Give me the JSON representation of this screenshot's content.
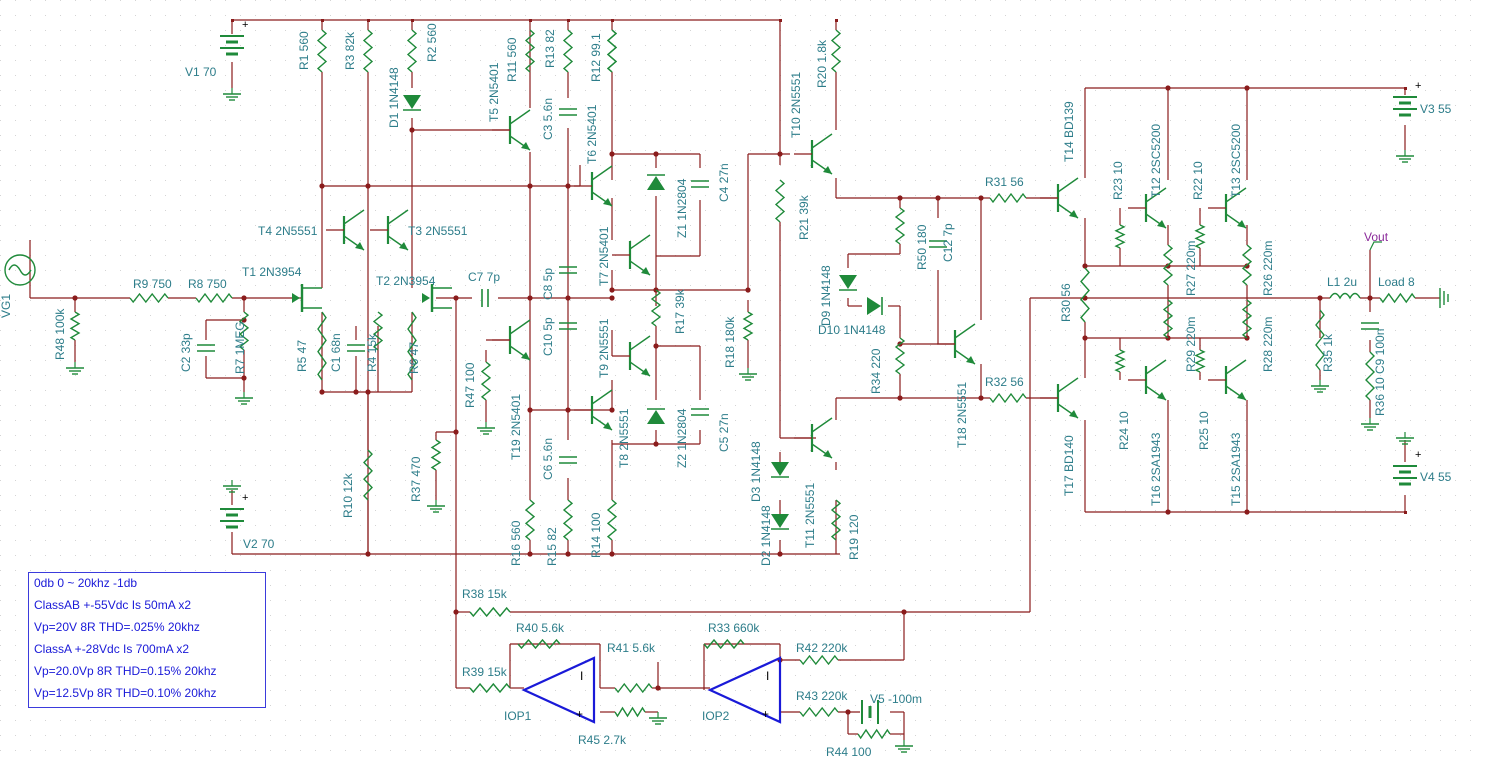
{
  "app": {
    "title": "Schematic editor"
  },
  "colors": {
    "wire": "#8a1c1c",
    "label": "#2d7d8a",
    "component": "#1f8a3a",
    "net_label": "#8b2a9a",
    "note_text": "#1a1ad8",
    "note_border": "#3b3bdc",
    "grid": "#d4d4d4"
  },
  "notes": [
    "0db 0 ~ 20khz -1db",
    "ClassAB +-55Vdc Is 50mA x2",
    "Vp=20V 8R  THD=.025% 20khz",
    "ClassA +-28Vdc Is 700mA x2",
    "Vp=20.0Vp 8R THD=0.15% 20khz",
    "Vp=12.5Vp 8R THD=0.10% 20khz"
  ],
  "labels": [
    {
      "id": "V1",
      "text": "V1 70",
      "rot": 0
    },
    {
      "id": "V2",
      "text": "V2 70",
      "rot": 0
    },
    {
      "id": "V3",
      "text": "V3 55",
      "rot": 0
    },
    {
      "id": "V4",
      "text": "V4 55",
      "rot": 0
    },
    {
      "id": "V5",
      "text": "V5 -100m",
      "rot": 0
    },
    {
      "id": "VG1",
      "text": "VG1",
      "rot": -90
    },
    {
      "id": "R1",
      "text": "R1 560",
      "rot": -90
    },
    {
      "id": "R3",
      "text": "R3 82k",
      "rot": -90
    },
    {
      "id": "D1",
      "text": "D1 1N4148",
      "rot": -90
    },
    {
      "id": "R2",
      "text": "R2 560",
      "rot": -90
    },
    {
      "id": "R11",
      "text": "R11 560",
      "rot": -90
    },
    {
      "id": "R13",
      "text": "R13 82",
      "rot": -90
    },
    {
      "id": "R12",
      "text": "R12 99.1",
      "rot": -90
    },
    {
      "id": "T5",
      "text": "T5 2N5401",
      "rot": -90
    },
    {
      "id": "C3",
      "text": "C3 5.6n",
      "rot": -90
    },
    {
      "id": "T6",
      "text": "T6 2N5401",
      "rot": -90
    },
    {
      "id": "Z1",
      "text": "Z1 1N2804",
      "rot": -90
    },
    {
      "id": "C4",
      "text": "C4 27n",
      "rot": -90
    },
    {
      "id": "T10",
      "text": "T10 2N5551",
      "rot": -90
    },
    {
      "id": "R20",
      "text": "R20 1.8k",
      "rot": -90
    },
    {
      "id": "R21",
      "text": "R21 39k",
      "rot": -90
    },
    {
      "id": "T4",
      "text": "T4 2N5551",
      "rot": 0
    },
    {
      "id": "T3",
      "text": "T3 2N5551",
      "rot": 0
    },
    {
      "id": "T1",
      "text": "T1 2N3954",
      "rot": 0
    },
    {
      "id": "T2",
      "text": "T2 2N3954",
      "rot": 0
    },
    {
      "id": "R9",
      "text": "R9 750",
      "rot": 0
    },
    {
      "id": "R8",
      "text": "R8 750",
      "rot": 0
    },
    {
      "id": "C7",
      "text": "C7 7p",
      "rot": 0
    },
    {
      "id": "R48",
      "text": "R48 100k",
      "rot": -90
    },
    {
      "id": "C2",
      "text": "C2 33p",
      "rot": -90
    },
    {
      "id": "R7",
      "text": "R7 1MEG",
      "rot": -90
    },
    {
      "id": "R5",
      "text": "R5 47",
      "rot": -90
    },
    {
      "id": "C1",
      "text": "C1 68n",
      "rot": -90
    },
    {
      "id": "R4",
      "text": "R4 15k",
      "rot": -90
    },
    {
      "id": "R6",
      "text": "R6 47",
      "rot": -90
    },
    {
      "id": "C8",
      "text": "C8 5p",
      "rot": -90
    },
    {
      "id": "T7",
      "text": "T7 2N5401",
      "rot": -90
    },
    {
      "id": "R17",
      "text": "R17 39k",
      "rot": -90
    },
    {
      "id": "R18",
      "text": "R18 180k",
      "rot": -90
    },
    {
      "id": "C10",
      "text": "C10 5p",
      "rot": -90
    },
    {
      "id": "T9",
      "text": "T9 2N5551",
      "rot": -90
    },
    {
      "id": "R47",
      "text": "R47 100",
      "rot": -90
    },
    {
      "id": "T19",
      "text": "T19 2N5401",
      "rot": -90
    },
    {
      "id": "C6",
      "text": "C6 5.6n",
      "rot": -90
    },
    {
      "id": "T8",
      "text": "T8 2N5551",
      "rot": -90
    },
    {
      "id": "Z2",
      "text": "Z2 1N2804",
      "rot": -90
    },
    {
      "id": "C5",
      "text": "C5 27n",
      "rot": -90
    },
    {
      "id": "R10",
      "text": "R10 12k",
      "rot": -90
    },
    {
      "id": "R37",
      "text": "R37 470",
      "rot": -90
    },
    {
      "id": "R16",
      "text": "R16 560",
      "rot": -90
    },
    {
      "id": "R15",
      "text": "R15 82",
      "rot": -90
    },
    {
      "id": "R14",
      "text": "R14 100",
      "rot": -90
    },
    {
      "id": "D3",
      "text": "D3 1N4148",
      "rot": -90
    },
    {
      "id": "D2",
      "text": "D2 1N4148",
      "rot": -90
    },
    {
      "id": "T11",
      "text": "T11 2N5551",
      "rot": -90
    },
    {
      "id": "R19",
      "text": "R19 120",
      "rot": -90
    },
    {
      "id": "D9",
      "text": "D9 1N4148",
      "rot": -90
    },
    {
      "id": "D10",
      "text": "D10 1N4148",
      "rot": 0
    },
    {
      "id": "R50",
      "text": "R50 180",
      "rot": -90
    },
    {
      "id": "C12",
      "text": "C12 7p",
      "rot": -90
    },
    {
      "id": "R34",
      "text": "R34 220",
      "rot": -90
    },
    {
      "id": "T18",
      "text": "T18 2N5551",
      "rot": -90
    },
    {
      "id": "R31",
      "text": "R31 56",
      "rot": 0
    },
    {
      "id": "R32",
      "text": "R32 56",
      "rot": 0
    },
    {
      "id": "T14",
      "text": "T14 BD139",
      "rot": -90
    },
    {
      "id": "T17",
      "text": "T17 BD140",
      "rot": -90
    },
    {
      "id": "R30",
      "text": "R30 56",
      "rot": -90
    },
    {
      "id": "R23",
      "text": "R23 10",
      "rot": -90
    },
    {
      "id": "T12",
      "text": "T12 2SC5200",
      "rot": -90
    },
    {
      "id": "R22",
      "text": "R22 10",
      "rot": -90
    },
    {
      "id": "T13",
      "text": "T13 2SC5200",
      "rot": -90
    },
    {
      "id": "R27",
      "text": "R27 220m",
      "rot": -90
    },
    {
      "id": "R26",
      "text": "R26 220m",
      "rot": -90
    },
    {
      "id": "R29",
      "text": "R29 220m",
      "rot": -90
    },
    {
      "id": "R28",
      "text": "R28 220m",
      "rot": -90
    },
    {
      "id": "R24",
      "text": "R24 10",
      "rot": -90
    },
    {
      "id": "R25",
      "text": "R25 10",
      "rot": -90
    },
    {
      "id": "T16",
      "text": "T16 2SA1943",
      "rot": -90
    },
    {
      "id": "T15",
      "text": "T15 2SA1943",
      "rot": -90
    },
    {
      "id": "L1",
      "text": "L1 2u",
      "rot": 0
    },
    {
      "id": "Load",
      "text": "Load 8",
      "rot": 0
    },
    {
      "id": "R35",
      "text": "R35 1k",
      "rot": -90
    },
    {
      "id": "C9",
      "text": "C9 100n",
      "rot": -90
    },
    {
      "id": "R36",
      "text": "R36 10",
      "rot": -90
    },
    {
      "id": "Vout",
      "text": "Vout",
      "rot": 0
    },
    {
      "id": "R38",
      "text": "R38 15k",
      "rot": 0
    },
    {
      "id": "R39",
      "text": "R39 15k",
      "rot": 0
    },
    {
      "id": "R40",
      "text": "R40 5.6k",
      "rot": 0
    },
    {
      "id": "R41",
      "text": "R41 5.6k",
      "rot": 0
    },
    {
      "id": "R33",
      "text": "R33 660k",
      "rot": 0
    },
    {
      "id": "R42",
      "text": "R42 220k",
      "rot": 0
    },
    {
      "id": "R43",
      "text": "R43 220k",
      "rot": 0
    },
    {
      "id": "R44",
      "text": "R44 100",
      "rot": 0
    },
    {
      "id": "R45",
      "text": "R45 2.7k",
      "rot": 0
    },
    {
      "id": "IOP1",
      "text": "IOP1",
      "rot": 0
    },
    {
      "id": "IOP2",
      "text": "IOP2",
      "rot": 0
    }
  ]
}
